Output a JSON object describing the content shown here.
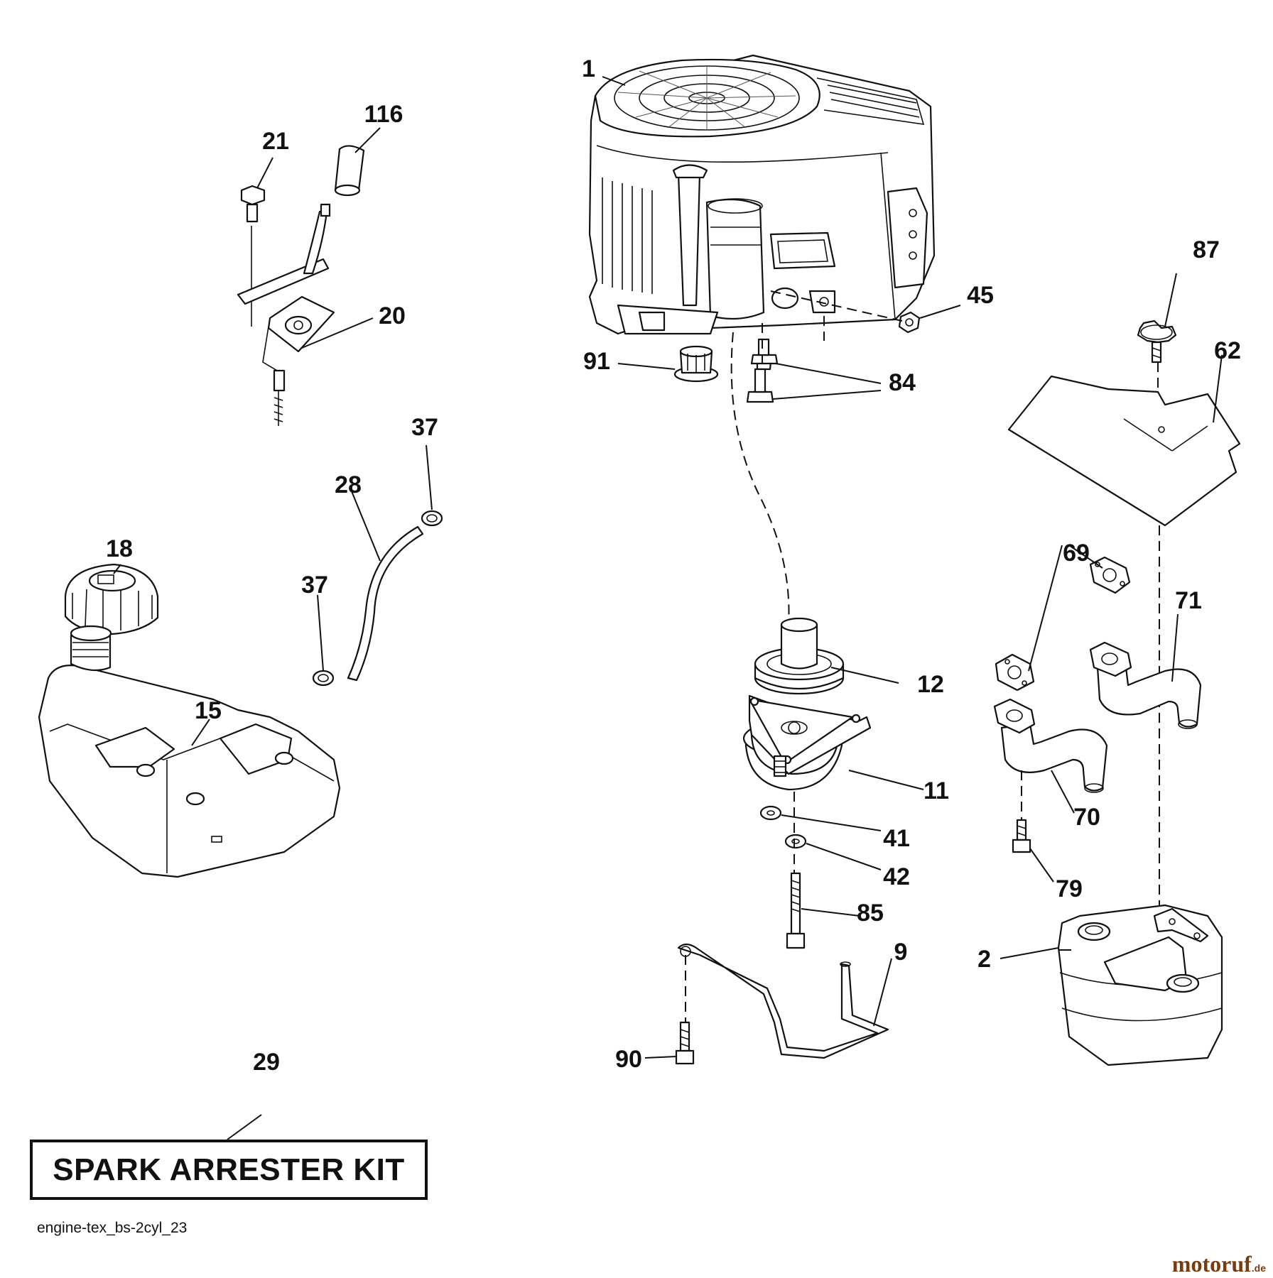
{
  "callouts": {
    "c1": "1",
    "c2": "2",
    "c9": "9",
    "c11": "11",
    "c12": "12",
    "c15": "15",
    "c18": "18",
    "c20": "20",
    "c21": "21",
    "c28": "28",
    "c29": "29",
    "c37a": "37",
    "c37b": "37",
    "c41": "41",
    "c42": "42",
    "c45": "45",
    "c62": "62",
    "c69": "69",
    "c70": "70",
    "c71": "71",
    "c79": "79",
    "c84": "84",
    "c85": "85",
    "c87": "87",
    "c90": "90",
    "c91": "91",
    "c116": "116"
  },
  "kit_label": "SPARK ARRESTER KIT",
  "diagram_id": "engine-tex_bs-2cyl_23",
  "watermark": {
    "name": "motoruf",
    "suffix": ".de",
    "color": "#7a3b0f"
  }
}
